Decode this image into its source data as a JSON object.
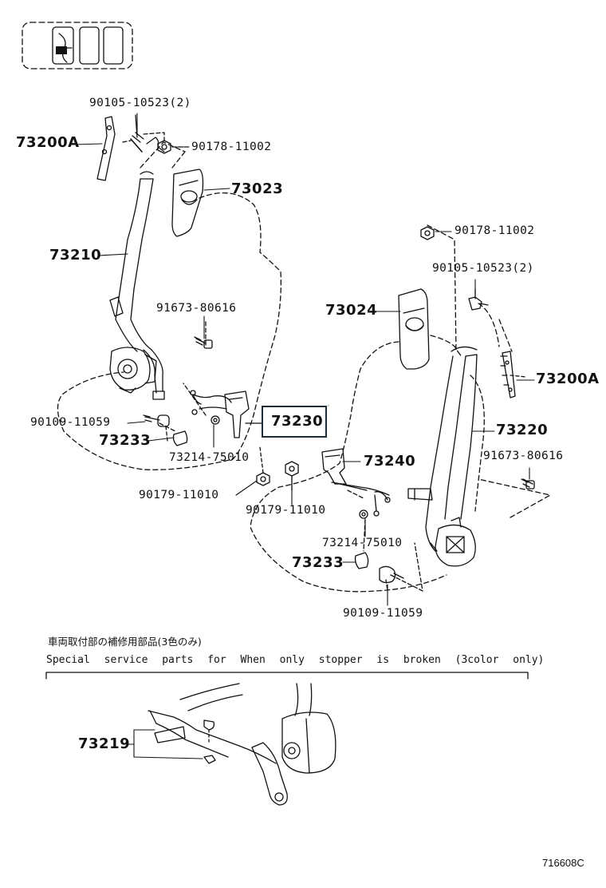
{
  "labels": {
    "bolt_upper_left": "90105-10523(2)",
    "anchor_left": "73200A",
    "nut_upper_left": "90178-11002",
    "cover_left": "73023",
    "belt_left": "73210",
    "bolt_retractor_left": "91673-80616",
    "bolt_buckle_left": "90109-11059",
    "cap_left": "73233",
    "buckle_left": "73230",
    "clip_left": "73214-75010",
    "nut_lower_left": "90179-11010",
    "nut_upper_right": "90178-11002",
    "bolt_upper_right": "90105-10523(2)",
    "cover_right": "73024",
    "anchor_right": "73200A",
    "belt_right": "73220",
    "bolt_retractor_right": "91673-80616",
    "buckle_right": "73240",
    "nut_lower_right": "90179-11010",
    "clip_right": "73214-75010",
    "cap_right": "73233",
    "bolt_buckle_right": "90109-11059",
    "stopper": "73219"
  },
  "highlighted_part": "73230",
  "note_jp": "車両取付部の補修用部品(3色のみ)",
  "note_en": "Special service parts for When only stopper is broken (3color only)",
  "diagram_ref": "716608C",
  "colors": {
    "line": "#111111",
    "highlight_border": "#1f2d36"
  }
}
